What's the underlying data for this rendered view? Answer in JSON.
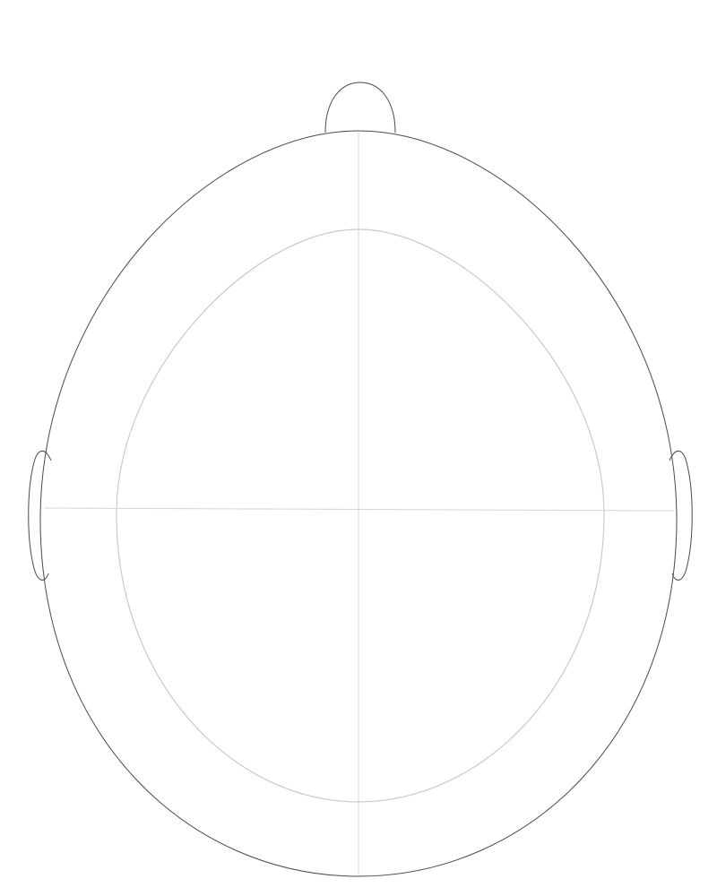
{
  "diagram": {
    "kind": "head-outline-top-view",
    "parts": [
      "nose",
      "head",
      "left-ear",
      "right-ear",
      "inner-circle",
      "midline-vertical",
      "midline-horizontal"
    ],
    "colors": {
      "outline": "#4a4a4a",
      "guide": "#c9c9c9",
      "axis": "#d4d4d4",
      "background": "#ffffff"
    }
  }
}
